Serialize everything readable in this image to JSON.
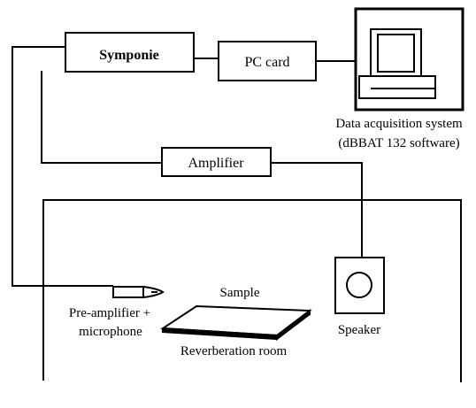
{
  "blocks": {
    "symponie": "Symponie",
    "pc_card": "PC card",
    "amplifier": "Amplifier"
  },
  "computer": {
    "caption_line1": "Data acquisition system",
    "caption_line2": "(dBBAT 132 software)"
  },
  "room": {
    "sample_label": "Sample",
    "microphone_label_line1": "Pre-amplifier +",
    "microphone_label_line2": "microphone",
    "speaker_label": "Speaker",
    "room_label": "Reverberation room"
  }
}
